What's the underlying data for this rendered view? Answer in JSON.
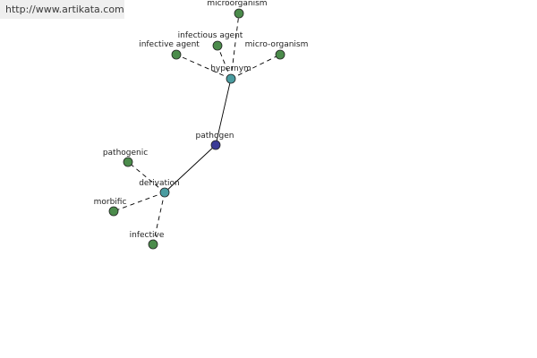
{
  "watermark": "http://www.artikata.com",
  "colors": {
    "root_node": "#3b3b96",
    "relation_node": "#4a9ca0",
    "leaf_node": "#4b8b4b",
    "edge": "#000000",
    "text": "#222222"
  },
  "graph": {
    "nodes": [
      {
        "id": "pathogen",
        "label": "pathogen",
        "kind": "root"
      },
      {
        "id": "hypernym",
        "label": "hypernym",
        "kind": "relation"
      },
      {
        "id": "derivation",
        "label": "derivation",
        "kind": "relation"
      },
      {
        "id": "microorganism",
        "label": "microorganism",
        "kind": "leaf"
      },
      {
        "id": "infectious-agent",
        "label": "infectious agent",
        "kind": "leaf"
      },
      {
        "id": "infective-agent",
        "label": "infective agent",
        "kind": "leaf"
      },
      {
        "id": "micro-organism",
        "label": "micro-organism",
        "kind": "leaf"
      },
      {
        "id": "pathogenic",
        "label": "pathogenic",
        "kind": "leaf"
      },
      {
        "id": "morbific",
        "label": "morbific",
        "kind": "leaf"
      },
      {
        "id": "infective",
        "label": "infective",
        "kind": "leaf"
      }
    ],
    "edges": [
      {
        "from": "pathogen",
        "to": "hypernym",
        "style": "solid"
      },
      {
        "from": "pathogen",
        "to": "derivation",
        "style": "solid"
      },
      {
        "from": "hypernym",
        "to": "microorganism",
        "style": "dashed"
      },
      {
        "from": "hypernym",
        "to": "infectious-agent",
        "style": "dashed"
      },
      {
        "from": "hypernym",
        "to": "infective-agent",
        "style": "dashed"
      },
      {
        "from": "hypernym",
        "to": "micro-organism",
        "style": "dashed"
      },
      {
        "from": "derivation",
        "to": "pathogenic",
        "style": "dashed"
      },
      {
        "from": "derivation",
        "to": "morbific",
        "style": "dashed"
      },
      {
        "from": "derivation",
        "to": "infective",
        "style": "dashed"
      }
    ]
  }
}
